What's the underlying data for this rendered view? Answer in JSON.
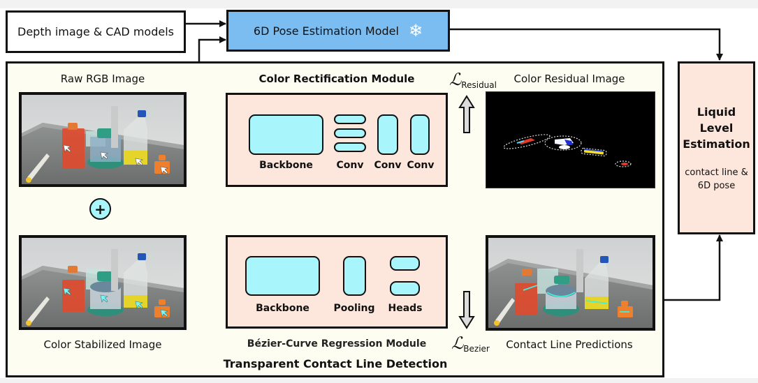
{
  "inputs": {
    "depth_cad_label": "Depth image & CAD models"
  },
  "pose_model": {
    "label": "6D Pose Estimation Model",
    "status_icon": "snowflake-icon",
    "fill_color": "#7bbdf0"
  },
  "liquid_level": {
    "title_line1": "Liquid",
    "title_line2": "Level",
    "title_line3": "Estimation",
    "detail_line1": "contact line &",
    "detail_line2": "6D pose",
    "fill_color": "#fde6dc"
  },
  "panel": {
    "title": "Transparent Contact Line Detection",
    "fill_color": "#fdfdf2"
  },
  "raw_rgb": {
    "label": "Raw RGB Image"
  },
  "color_rectification": {
    "title": "Color Rectification Module",
    "blocks": [
      "Backbone",
      "Conv",
      "Conv",
      "Conv"
    ],
    "fill_color": "#fde6dc",
    "block_color": "#a8f6fb"
  },
  "residual": {
    "label": "Color Residual Image",
    "loss_symbol": "ℒ",
    "loss_subscript": "Residual"
  },
  "fusion": {
    "operator_symbol": "+"
  },
  "color_stabilized": {
    "label": "Color Stabilized Image"
  },
  "bezier_module": {
    "title": "Bézier-Curve Regression Module",
    "blocks": [
      "Backbone",
      "Pooling",
      "Heads"
    ],
    "loss_symbol": "ℒ",
    "loss_subscript": "Bezier"
  },
  "contact_lines": {
    "label": "Contact Line Predictions",
    "line_color": "#3ff0e0"
  }
}
